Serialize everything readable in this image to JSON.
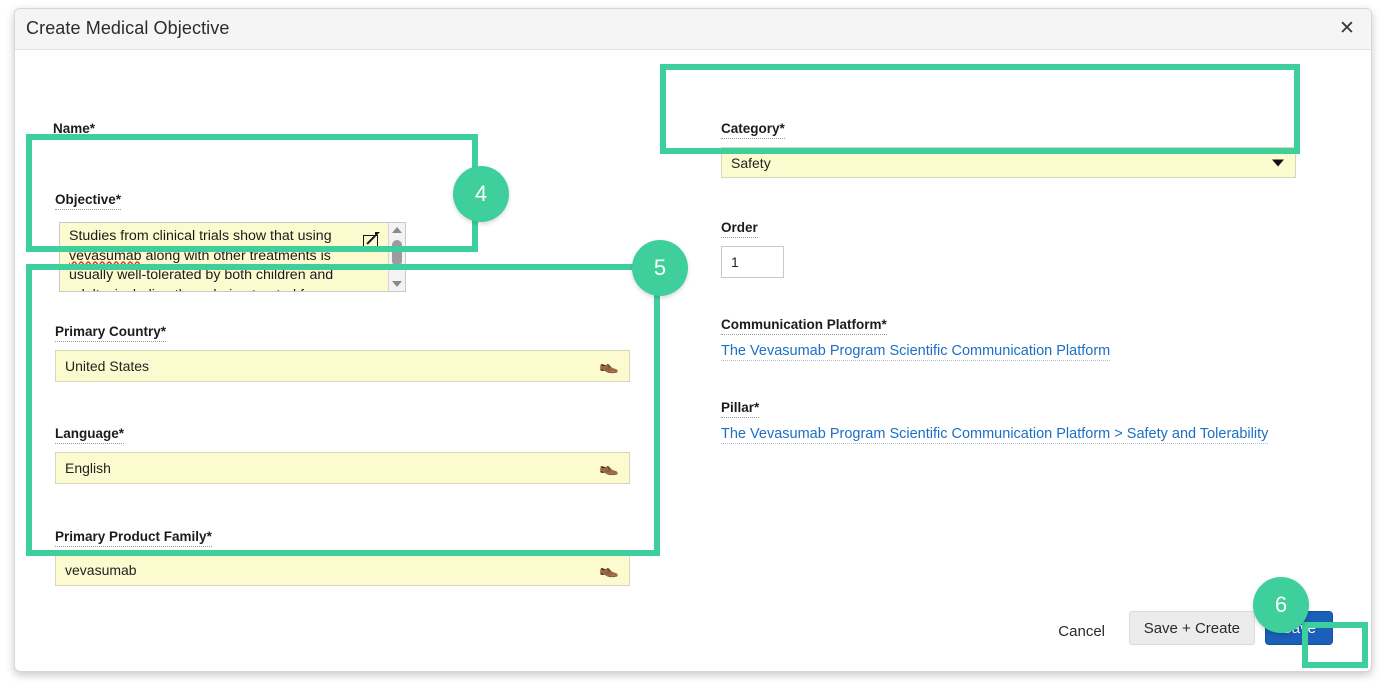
{
  "dialog": {
    "title": "Create Medical Objective",
    "close_icon": "close-icon"
  },
  "left_column": {
    "name_field": {
      "label": "Name",
      "required_mark": "*"
    },
    "objective_field": {
      "label": "Objective",
      "required_mark": "*",
      "value_line1": "Studies from clinical trials show that using ",
      "value_spell": "vevasumab",
      "value_line2": " along with other treatments is usually well-tolerated by both children and adults, including those being treated for",
      "popout_icon": "external-link-icon",
      "scrollbar_up_icon": "scroll-up-arrow-icon",
      "scrollbar_down_icon": "scroll-down-arrow-icon"
    },
    "primary_country_field": {
      "label": "Primary Country",
      "required_mark": "*",
      "value": "United States",
      "lookup_icon": "binoculars-icon"
    },
    "language_field": {
      "label": "Language",
      "required_mark": "*",
      "value": "English",
      "lookup_icon": "binoculars-icon"
    },
    "primary_product_family_field": {
      "label": "Primary Product Family",
      "required_mark": "*",
      "value": "vevasumab",
      "lookup_icon": "binoculars-icon"
    }
  },
  "right_column": {
    "category_field": {
      "label": "Category",
      "required_mark": "*",
      "value": "Safety",
      "caret_icon": "chevron-down-icon"
    },
    "order_field": {
      "label": "Order",
      "required_mark": "",
      "value": "1"
    },
    "communication_platform_field": {
      "label": "Communication Platform",
      "required_mark": "*",
      "value": "The Vevasumab Program Scientific Communication Platform"
    },
    "pillar_field": {
      "label": "Pillar",
      "required_mark": "*",
      "value": "The Vevasumab Program Scientific Communication Platform > Safety and Tolerability"
    }
  },
  "footer": {
    "cancel_label": "Cancel",
    "save_create_label": "Save + Create",
    "save_label": "Save"
  },
  "annotations": {
    "badges": [
      {
        "number": "4"
      },
      {
        "number": "5"
      },
      {
        "number": "6"
      }
    ],
    "highlight_color": "#3ecf9c"
  }
}
